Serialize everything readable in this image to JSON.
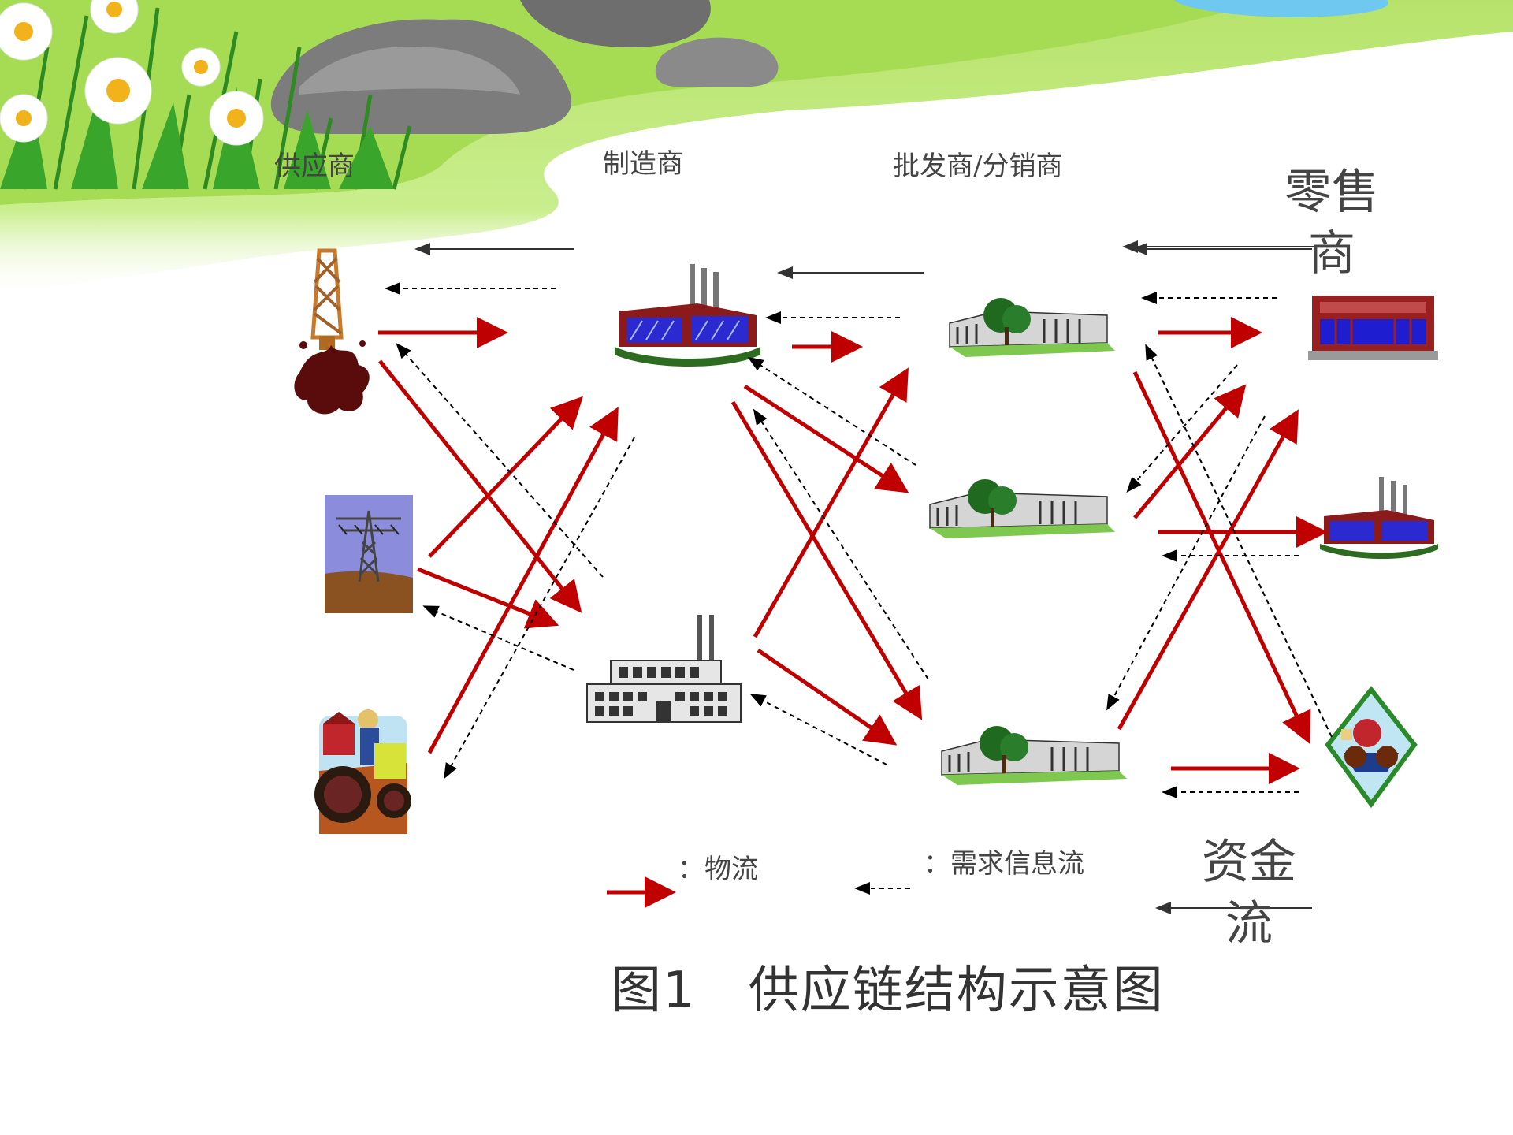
{
  "columns": {
    "supplier": "供应商",
    "manufacturer": "制造商",
    "wholesaler": "批发商/分销商",
    "retailer": "零售商"
  },
  "legend": {
    "logistics": "：物流",
    "demand_info": "：需求信息流",
    "capital": "资金流"
  },
  "caption": "图1　供应链结构示意图",
  "colors": {
    "logistics_arrow": "#c00000",
    "info_arrow": "#000000",
    "capital_arrow": "#333333",
    "grass": "#8fd14f",
    "factory_blue": "#2a2ad0",
    "factory_red": "#8b1a1a"
  },
  "nodes": {
    "suppliers": [
      "oil-derrick-icon",
      "power-tower-icon",
      "farmer-tractor-icon"
    ],
    "manufacturers": [
      "blue-factory-icon",
      "gray-factory-icon"
    ],
    "wholesalers": [
      "warehouse-icon",
      "warehouse-icon",
      "warehouse-icon"
    ],
    "retailers": [
      "storefront-icon",
      "blue-factory-icon",
      "farmer-diamond-icon"
    ]
  }
}
